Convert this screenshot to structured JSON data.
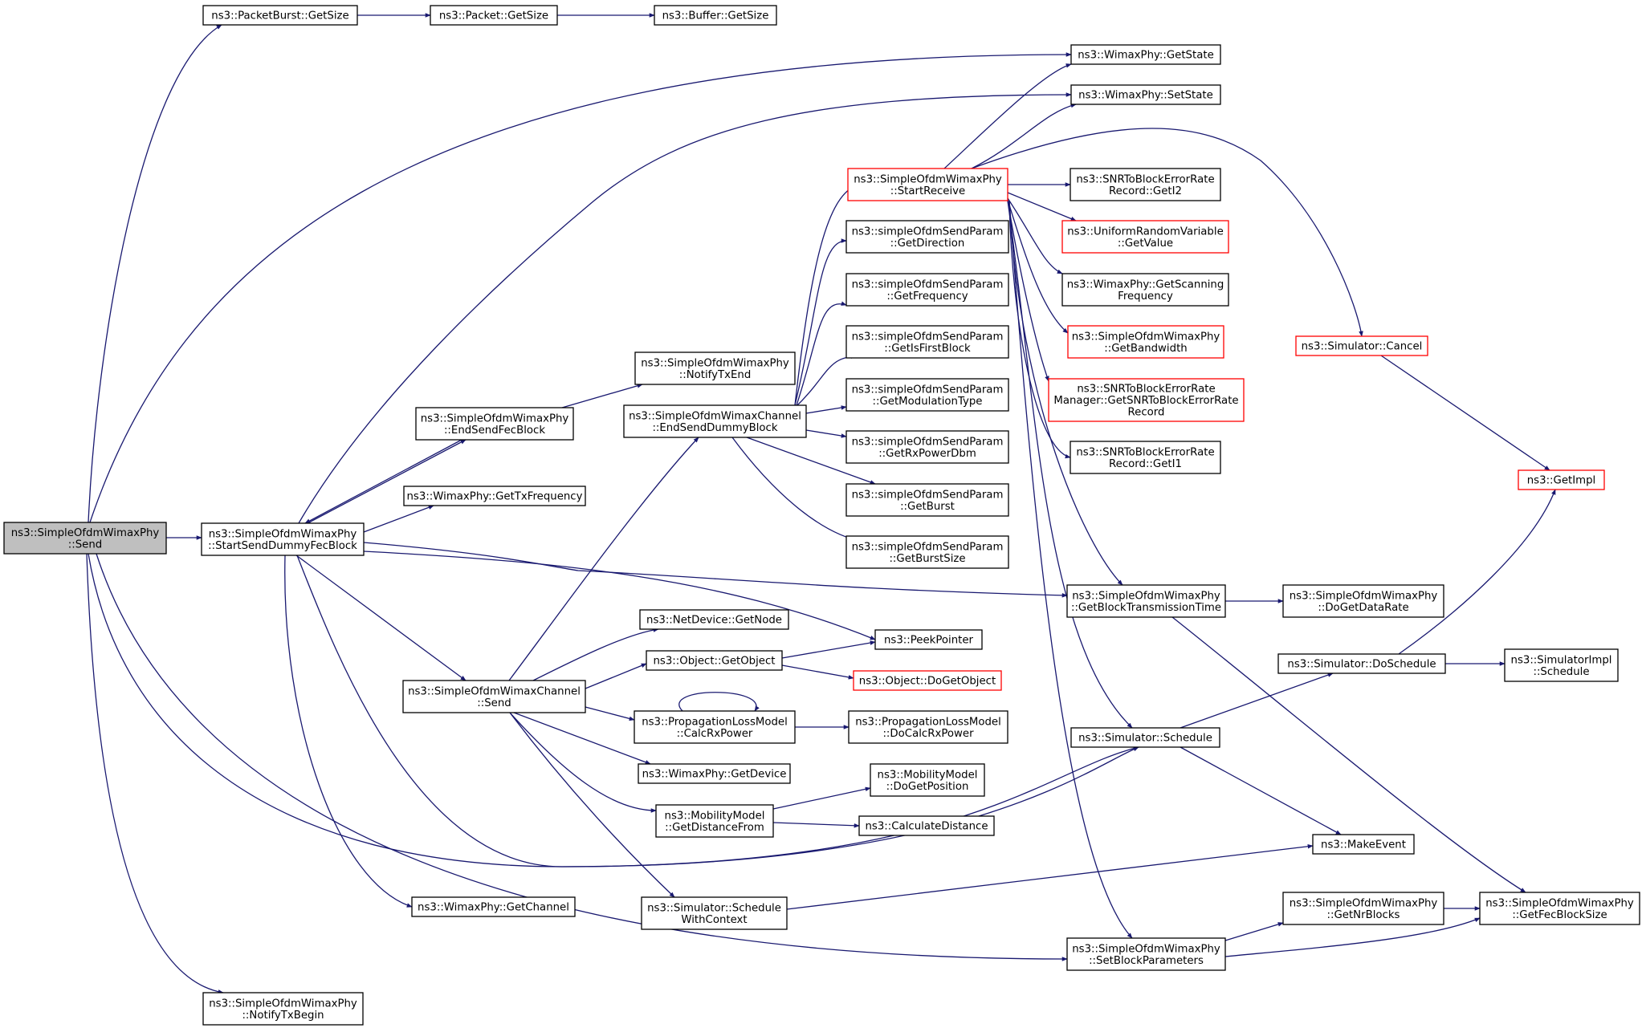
{
  "nodes": [
    {
      "id": "send_root",
      "lines": [
        "ns3::SimpleOfdmWimaxPhy",
        "::Send"
      ],
      "border": "black",
      "root": true
    },
    {
      "id": "pb_getsize",
      "lines": [
        "ns3::PacketBurst::GetSize"
      ],
      "border": "black"
    },
    {
      "id": "packet_getsize",
      "lines": [
        "ns3::Packet::GetSize"
      ],
      "border": "black"
    },
    {
      "id": "buffer_getsize",
      "lines": [
        "ns3::Buffer::GetSize"
      ],
      "border": "black"
    },
    {
      "id": "getstate",
      "lines": [
        "ns3::WimaxPhy::GetState"
      ],
      "border": "black"
    },
    {
      "id": "setstate",
      "lines": [
        "ns3::WimaxPhy::SetState"
      ],
      "border": "black"
    },
    {
      "id": "startreceive",
      "lines": [
        "ns3::SimpleOfdmWimaxPhy",
        "::StartReceive"
      ],
      "border": "red"
    },
    {
      "id": "getdirection",
      "lines": [
        "ns3::simpleOfdmSendParam",
        "::GetDirection"
      ],
      "border": "black"
    },
    {
      "id": "getfrequency",
      "lines": [
        "ns3::simpleOfdmSendParam",
        "::GetFrequency"
      ],
      "border": "black"
    },
    {
      "id": "getisfirstblock",
      "lines": [
        "ns3::simpleOfdmSendParam",
        "::GetIsFirstBlock"
      ],
      "border": "black"
    },
    {
      "id": "getmodulationtype",
      "lines": [
        "ns3::simpleOfdmSendParam",
        "::GetModulationType"
      ],
      "border": "black"
    },
    {
      "id": "getrxpowerdbm",
      "lines": [
        "ns3::simpleOfdmSendParam",
        "::GetRxPowerDbm"
      ],
      "border": "black"
    },
    {
      "id": "getburst",
      "lines": [
        "ns3::simpleOfdmSendParam",
        "::GetBurst"
      ],
      "border": "black"
    },
    {
      "id": "getburstsize",
      "lines": [
        "ns3::simpleOfdmSendParam",
        "::GetBurstSize"
      ],
      "border": "black"
    },
    {
      "id": "notifytxend",
      "lines": [
        "ns3::SimpleOfdmWimaxPhy",
        "::NotifyTxEnd"
      ],
      "border": "black"
    },
    {
      "id": "enddummyblock",
      "lines": [
        "ns3::SimpleOfdmWimaxChannel",
        "::EndSendDummyBlock"
      ],
      "border": "black"
    },
    {
      "id": "endsendfecblock",
      "lines": [
        "ns3::SimpleOfdmWimaxPhy",
        "::EndSendFecBlock"
      ],
      "border": "black"
    },
    {
      "id": "gettxfrequency",
      "lines": [
        "ns3::WimaxPhy::GetTxFrequency"
      ],
      "border": "black"
    },
    {
      "id": "startsenddummy",
      "lines": [
        "ns3::SimpleOfdmWimaxPhy",
        "::StartSendDummyFecBlock"
      ],
      "border": "black"
    },
    {
      "id": "snr_geti2",
      "lines": [
        "ns3::SNRToBlockErrorRate",
        "Record::GetI2"
      ],
      "border": "black"
    },
    {
      "id": "uniform_getvalue",
      "lines": [
        "ns3::UniformRandomVariable",
        "::GetValue"
      ],
      "border": "red"
    },
    {
      "id": "getscanningfreq",
      "lines": [
        "ns3::WimaxPhy::GetScanning",
        "Frequency"
      ],
      "border": "black"
    },
    {
      "id": "getbandwidth",
      "lines": [
        "ns3::SimpleOfdmWimaxPhy",
        "::GetBandwidth"
      ],
      "border": "red"
    },
    {
      "id": "snr_manager",
      "lines": [
        "ns3::SNRToBlockErrorRate",
        "Manager::GetSNRToBlockErrorRate",
        "Record"
      ],
      "border": "red"
    },
    {
      "id": "snr_geti1",
      "lines": [
        "ns3::SNRToBlockErrorRate",
        "Record::GetI1"
      ],
      "border": "black"
    },
    {
      "id": "sim_cancel",
      "lines": [
        "ns3::Simulator::Cancel"
      ],
      "border": "red"
    },
    {
      "id": "getimpl",
      "lines": [
        "ns3::GetImpl"
      ],
      "border": "red"
    },
    {
      "id": "getblocktxtime",
      "lines": [
        "ns3::SimpleOfdmWimaxPhy",
        "::GetBlockTransmissionTime"
      ],
      "border": "black"
    },
    {
      "id": "dogetdatarate",
      "lines": [
        "ns3::SimpleOfdmWimaxPhy",
        "::DoGetDataRate"
      ],
      "border": "black"
    },
    {
      "id": "netdevice_getnode",
      "lines": [
        "ns3::NetDevice::GetNode"
      ],
      "border": "black"
    },
    {
      "id": "peekpointer",
      "lines": [
        "ns3::PeekPointer"
      ],
      "border": "black"
    },
    {
      "id": "object_getobject",
      "lines": [
        "ns3::Object::GetObject"
      ],
      "border": "black"
    },
    {
      "id": "object_dogetobject",
      "lines": [
        "ns3::Object::DoGetObject"
      ],
      "border": "red"
    },
    {
      "id": "channel_send",
      "lines": [
        "ns3::SimpleOfdmWimaxChannel",
        "::Send"
      ],
      "border": "black"
    },
    {
      "id": "calcrxpower",
      "lines": [
        "ns3::PropagationLossModel",
        "::CalcRxPower"
      ],
      "border": "black"
    },
    {
      "id": "docalcrxpower",
      "lines": [
        "ns3::PropagationLossModel",
        "::DoCalcRxPower"
      ],
      "border": "black"
    },
    {
      "id": "sim_doschedule",
      "lines": [
        "ns3::Simulator::DoSchedule"
      ],
      "border": "black"
    },
    {
      "id": "simimpl_schedule",
      "lines": [
        "ns3::SimulatorImpl",
        "::Schedule"
      ],
      "border": "black"
    },
    {
      "id": "sim_schedule",
      "lines": [
        "ns3::Simulator::Schedule"
      ],
      "border": "black"
    },
    {
      "id": "getdevice",
      "lines": [
        "ns3::WimaxPhy::GetDevice"
      ],
      "border": "black"
    },
    {
      "id": "dogetposition",
      "lines": [
        "ns3::MobilityModel",
        "::DoGetPosition"
      ],
      "border": "black"
    },
    {
      "id": "getdistancefrom",
      "lines": [
        "ns3::MobilityModel",
        "::GetDistanceFrom"
      ],
      "border": "black"
    },
    {
      "id": "calculatedistance",
      "lines": [
        "ns3::CalculateDistance"
      ],
      "border": "black"
    },
    {
      "id": "makeevent",
      "lines": [
        "ns3::MakeEvent"
      ],
      "border": "black"
    },
    {
      "id": "getchannel",
      "lines": [
        "ns3::WimaxPhy::GetChannel"
      ],
      "border": "black"
    },
    {
      "id": "schedulewithcontext",
      "lines": [
        "ns3::Simulator::Schedule",
        "WithContext"
      ],
      "border": "black"
    },
    {
      "id": "getnrblocks",
      "lines": [
        "ns3::SimpleOfdmWimaxPhy",
        "::GetNrBlocks"
      ],
      "border": "black"
    },
    {
      "id": "getfecblocksize",
      "lines": [
        "ns3::SimpleOfdmWimaxPhy",
        "::GetFecBlockSize"
      ],
      "border": "black"
    },
    {
      "id": "setblockparams",
      "lines": [
        "ns3::SimpleOfdmWimaxPhy",
        "::SetBlockParameters"
      ],
      "border": "black"
    },
    {
      "id": "notifytxbegin",
      "lines": [
        "ns3::SimpleOfdmWimaxPhy",
        "::NotifyTxBegin"
      ],
      "border": "black"
    }
  ],
  "edges": [
    [
      "send_root",
      "pb_getsize"
    ],
    [
      "pb_getsize",
      "packet_getsize"
    ],
    [
      "packet_getsize",
      "buffer_getsize"
    ],
    [
      "send_root",
      "getstate"
    ],
    [
      "send_root",
      "startsenddummy"
    ],
    [
      "send_root",
      "sim_schedule"
    ],
    [
      "send_root",
      "setblockparams"
    ],
    [
      "send_root",
      "notifytxbegin"
    ],
    [
      "startsenddummy",
      "setstate"
    ],
    [
      "startsenddummy",
      "endsendfecblock"
    ],
    [
      "endsendfecblock",
      "startsenddummy"
    ],
    [
      "endsendfecblock",
      "notifytxend"
    ],
    [
      "startsenddummy",
      "gettxfrequency"
    ],
    [
      "startsenddummy",
      "getblocktxtime"
    ],
    [
      "startsenddummy",
      "peekpointer"
    ],
    [
      "startsenddummy",
      "channel_send"
    ],
    [
      "startsenddummy",
      "getchannel"
    ],
    [
      "startsenddummy",
      "sim_schedule"
    ],
    [
      "enddummyblock",
      "startreceive"
    ],
    [
      "enddummyblock",
      "getdirection"
    ],
    [
      "enddummyblock",
      "getfrequency"
    ],
    [
      "enddummyblock",
      "getisfirstblock"
    ],
    [
      "enddummyblock",
      "getmodulationtype"
    ],
    [
      "enddummyblock",
      "getrxpowerdbm"
    ],
    [
      "enddummyblock",
      "getburst"
    ],
    [
      "enddummyblock",
      "getburstsize"
    ],
    [
      "startreceive",
      "getstate"
    ],
    [
      "startreceive",
      "setstate"
    ],
    [
      "startreceive",
      "snr_geti2"
    ],
    [
      "startreceive",
      "uniform_getvalue"
    ],
    [
      "startreceive",
      "getscanningfreq"
    ],
    [
      "startreceive",
      "getbandwidth"
    ],
    [
      "startreceive",
      "snr_manager"
    ],
    [
      "startreceive",
      "snr_geti1"
    ],
    [
      "startreceive",
      "sim_cancel"
    ],
    [
      "startreceive",
      "getblocktxtime"
    ],
    [
      "startreceive",
      "sim_schedule"
    ],
    [
      "startreceive",
      "setblockparams"
    ],
    [
      "sim_cancel",
      "getimpl"
    ],
    [
      "sim_doschedule",
      "getimpl"
    ],
    [
      "sim_doschedule",
      "simimpl_schedule"
    ],
    [
      "sim_schedule",
      "sim_doschedule"
    ],
    [
      "sim_schedule",
      "makeevent"
    ],
    [
      "getblocktxtime",
      "dogetdatarate"
    ],
    [
      "getblocktxtime",
      "getfecblocksize"
    ],
    [
      "channel_send",
      "enddummyblock"
    ],
    [
      "channel_send",
      "netdevice_getnode"
    ],
    [
      "channel_send",
      "object_getobject"
    ],
    [
      "channel_send",
      "calcrxpower"
    ],
    [
      "channel_send",
      "getdevice"
    ],
    [
      "channel_send",
      "getdistancefrom"
    ],
    [
      "channel_send",
      "schedulewithcontext"
    ],
    [
      "object_getobject",
      "peekpointer"
    ],
    [
      "object_getobject",
      "object_dogetobject"
    ],
    [
      "calcrxpower",
      "calcrxpower"
    ],
    [
      "calcrxpower",
      "docalcrxpower"
    ],
    [
      "getdistancefrom",
      "dogetposition"
    ],
    [
      "getdistancefrom",
      "calculatedistance"
    ],
    [
      "schedulewithcontext",
      "makeevent"
    ],
    [
      "setblockparams",
      "getnrblocks"
    ],
    [
      "setblockparams",
      "getfecblocksize"
    ],
    [
      "getnrblocks",
      "getfecblocksize"
    ]
  ],
  "colors": {
    "edge": "#191970",
    "root_fill": "#bfbfbf",
    "border_black": "#000000",
    "border_red": "#ff0000"
  }
}
